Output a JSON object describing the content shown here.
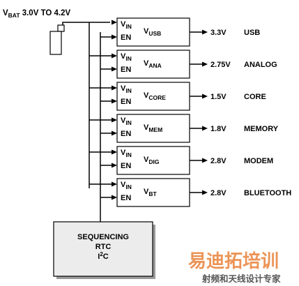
{
  "supply": {
    "label_main": "V",
    "label_sub": "BAT",
    "label_range": " 3.0V TO 4.2V"
  },
  "regulators": [
    {
      "vin": "V",
      "vin_sub": "IN",
      "en": "EN",
      "name": "V",
      "name_sub": "USB",
      "output": "3.3V",
      "function": "USB"
    },
    {
      "vin": "V",
      "vin_sub": "IN",
      "en": "EN",
      "name": "V",
      "name_sub": "ANA",
      "output": "2.75V",
      "function": "ANALOG"
    },
    {
      "vin": "V",
      "vin_sub": "IN",
      "en": "EN",
      "name": "V",
      "name_sub": "CORE",
      "output": "1.5V",
      "function": "CORE"
    },
    {
      "vin": "V",
      "vin_sub": "IN",
      "en": "EN",
      "name": "V",
      "name_sub": "MEM",
      "output": "1.8V",
      "function": "MEMORY"
    },
    {
      "vin": "V",
      "vin_sub": "IN",
      "en": "EN",
      "name": "V",
      "name_sub": "DIG",
      "output": "2.8V",
      "function": "MODEM"
    },
    {
      "vin": "V",
      "vin_sub": "IN",
      "en": "EN",
      "name": "V",
      "name_sub": "BT",
      "output": "2.8V",
      "function": "BLUETOOTH"
    }
  ],
  "controller": {
    "line1": "SEQUENCING",
    "line2": "RTC",
    "line3_main": "I",
    "line3_sup": "2",
    "line3_rest": "C"
  },
  "watermark": {
    "main": "易迪拓培训",
    "sub": "射频和天线设计专家"
  }
}
